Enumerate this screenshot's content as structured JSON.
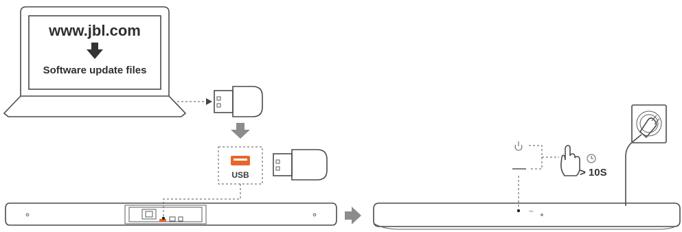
{
  "laptop_screen": {
    "url_text": "www.jbl.com",
    "caption": "Software update files"
  },
  "usb_port": {
    "label": "USB",
    "accent_color": "#e8662a"
  },
  "hold_instruction": {
    "duration_text": "> 10S"
  },
  "soundbar_front": {
    "brand_text": "JBL"
  },
  "icons": [
    "laptop-icon",
    "download-arrow-icon",
    "usb-flash-drive-icon",
    "power-icon",
    "finger-press-icon",
    "clock-icon",
    "wall-socket-icon",
    "power-plug-icon",
    "next-step-arrow-icon"
  ],
  "colors": {
    "line": "#4a4a4a",
    "arrow": "#8c8c8c",
    "usb_accent": "#e8662a"
  }
}
